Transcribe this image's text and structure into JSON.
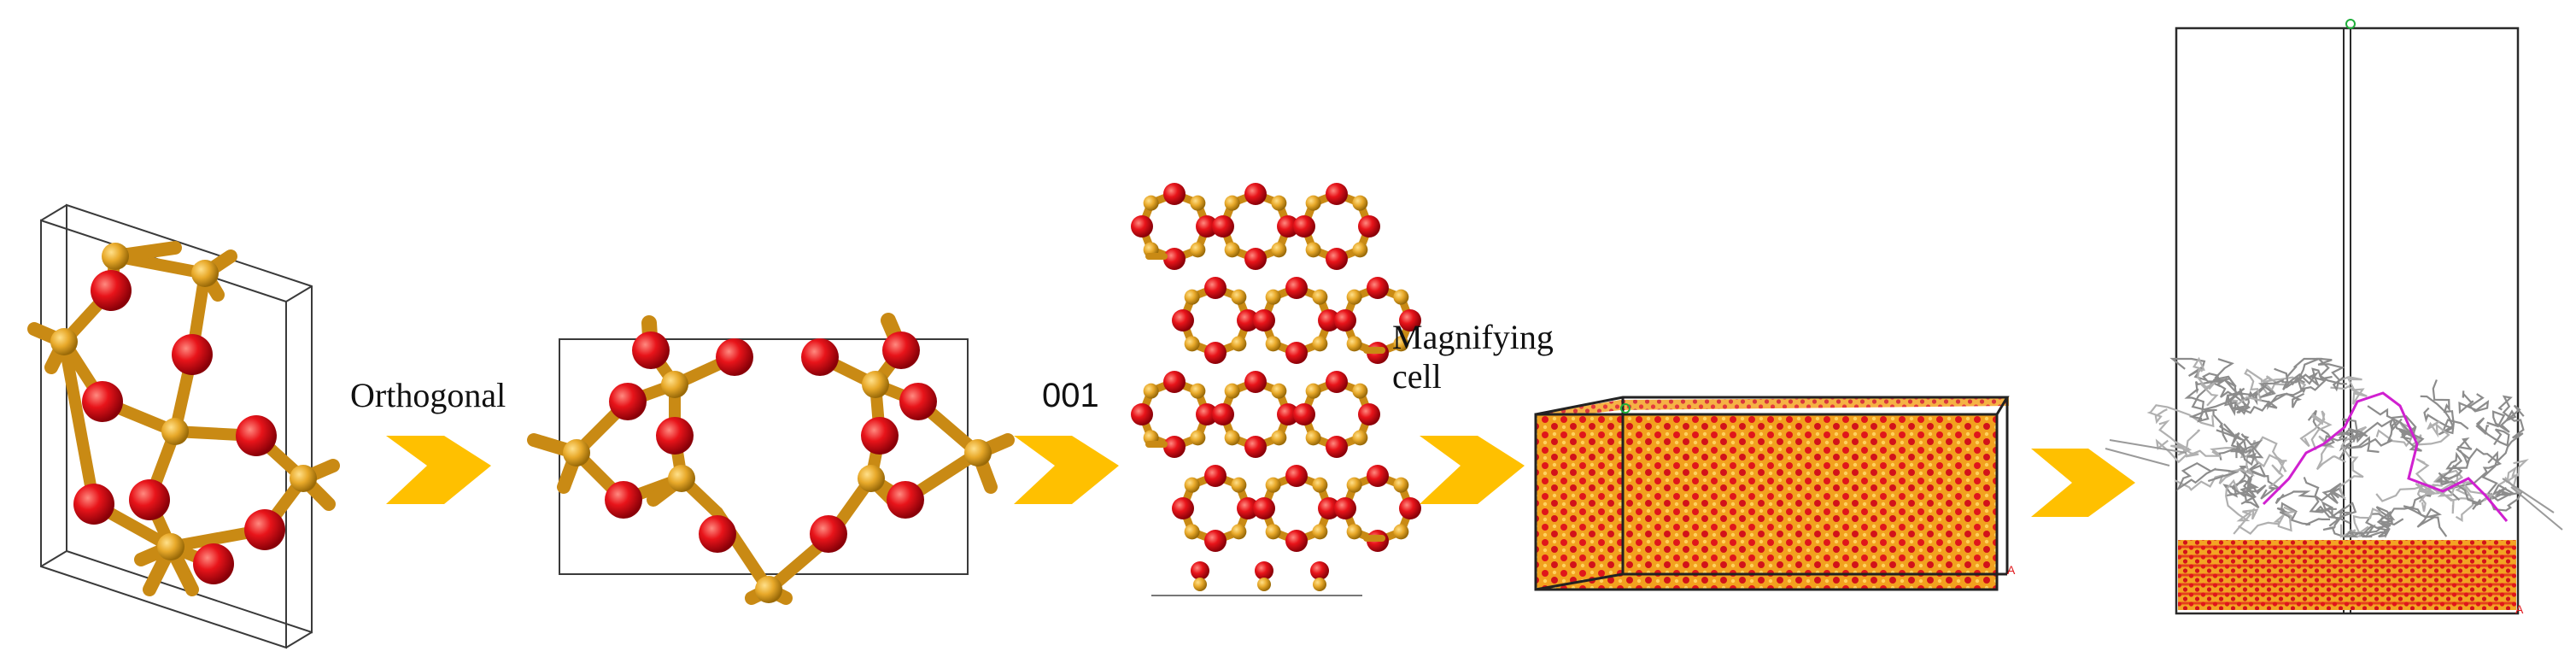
{
  "steps": [
    {
      "label": "Orthogonal"
    },
    {
      "label": "001"
    },
    {
      "label_line1": "Magnifying",
      "label_line2": "cell"
    }
  ],
  "colors": {
    "oxygen": "#e8141a",
    "silicon": "#e8a92a",
    "arrow": "#ffc000",
    "cell_line": "#3a3a3a",
    "polymer_main": "#8c8c8c",
    "polymer_highlight": "#d020d0"
  }
}
